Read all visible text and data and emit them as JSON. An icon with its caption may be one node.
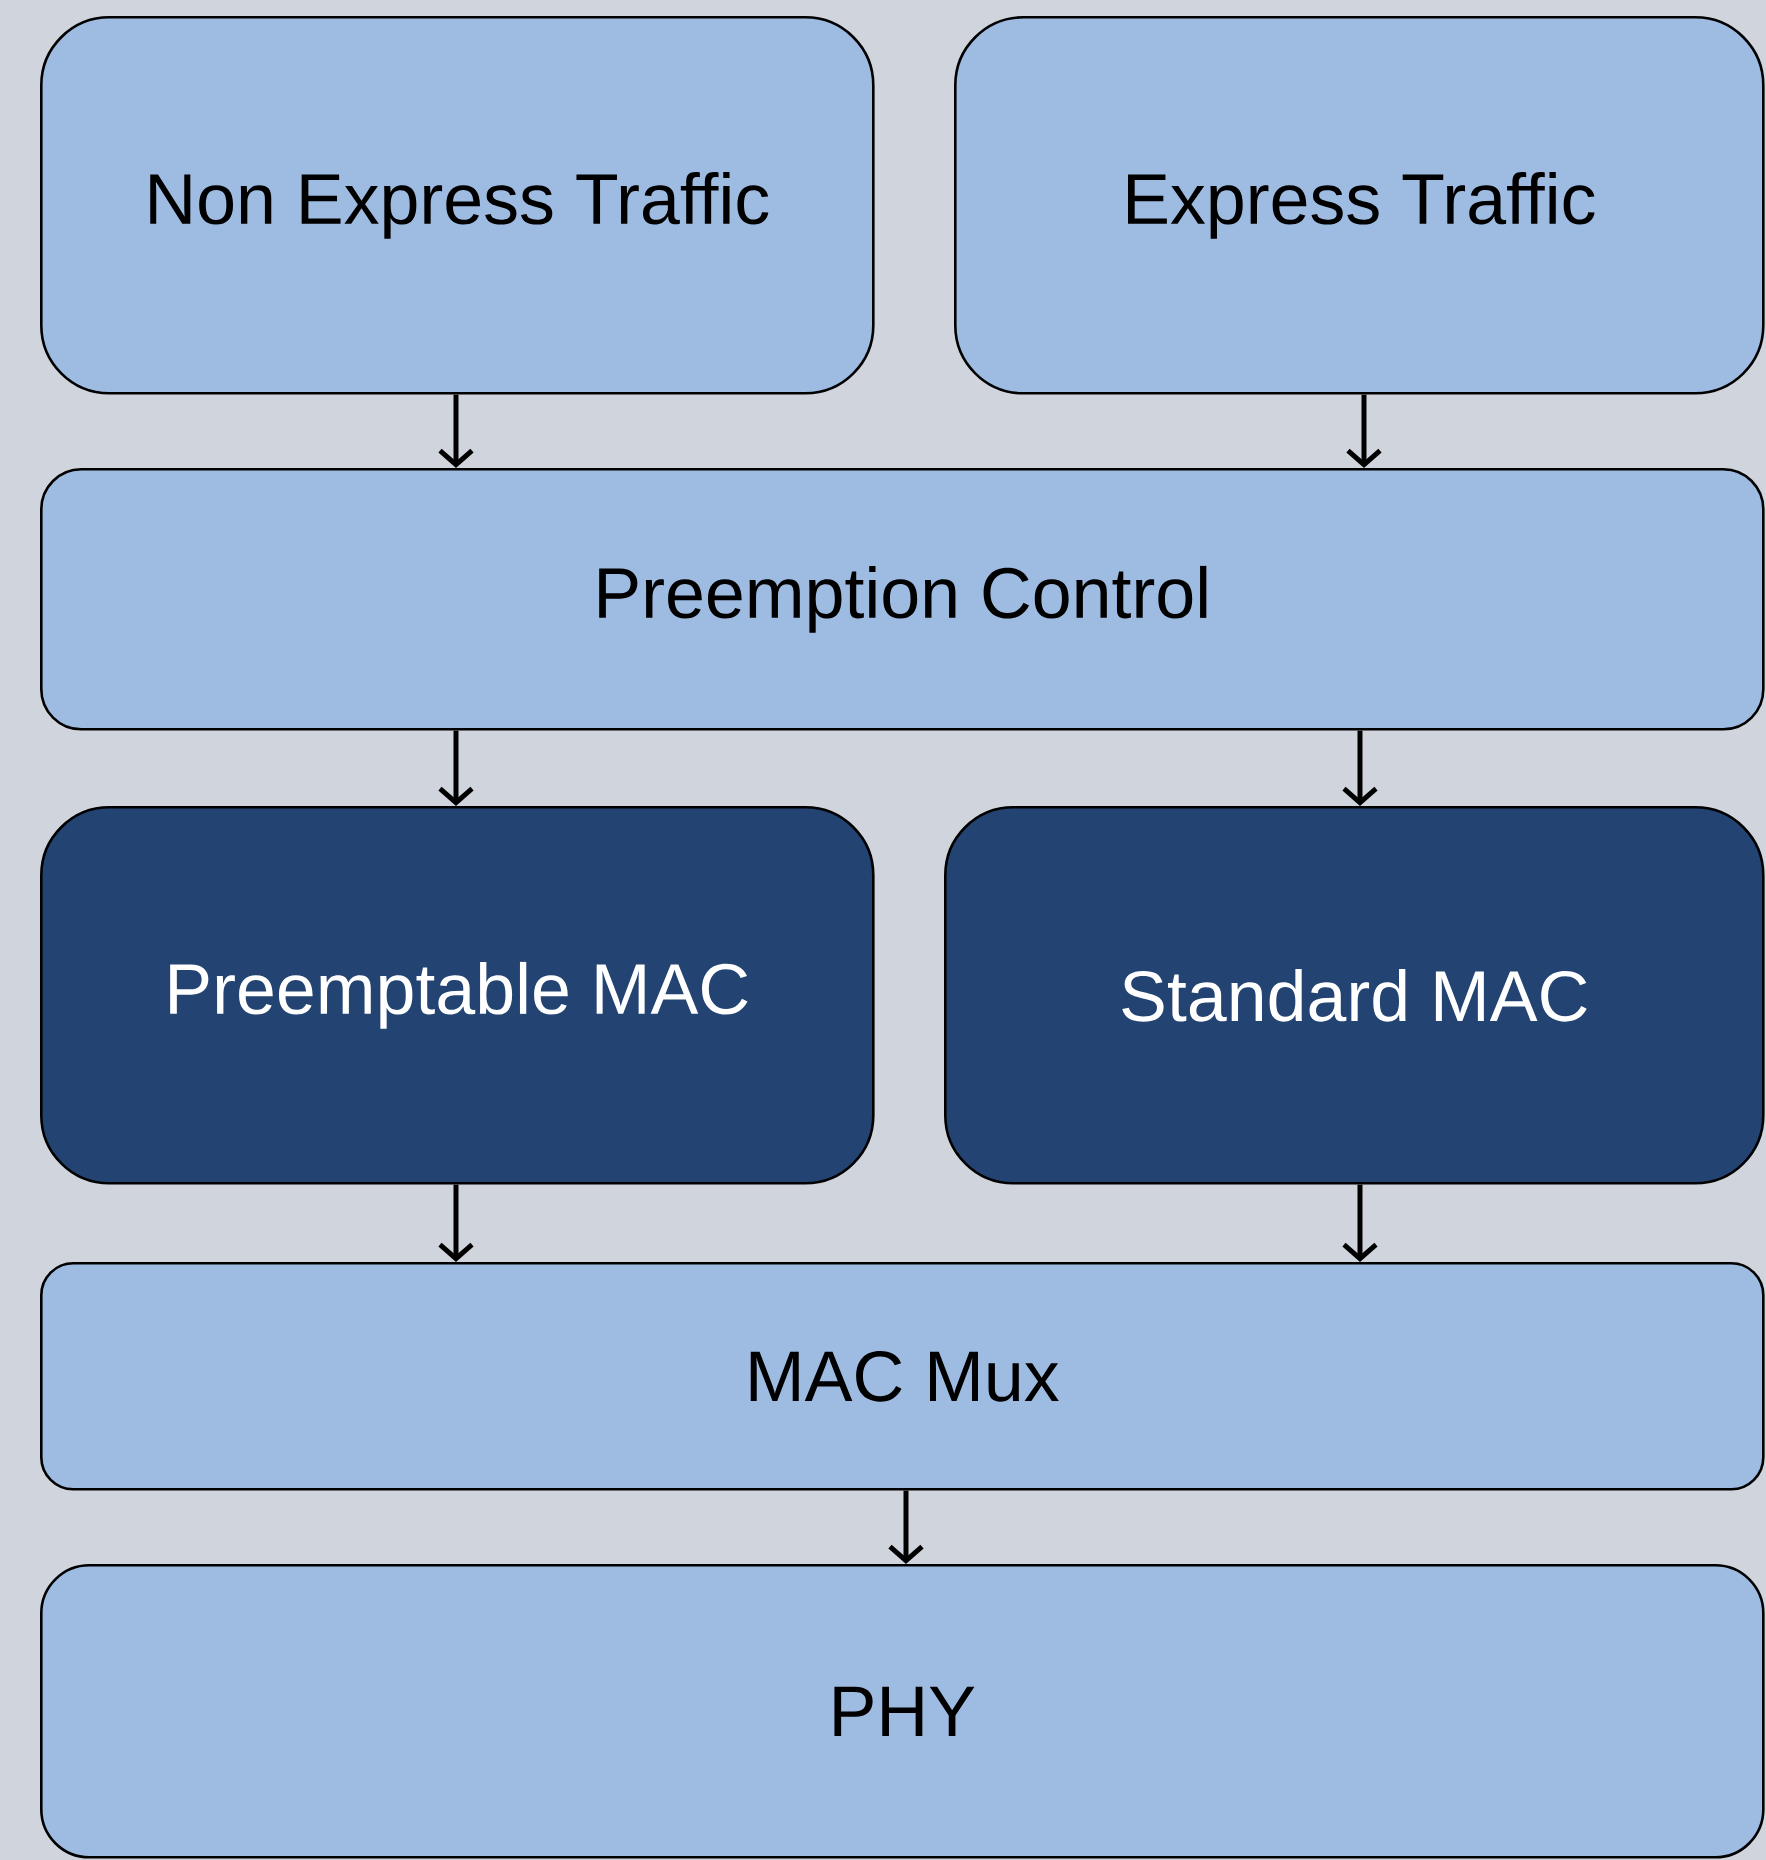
{
  "diagram": {
    "nodes": [
      {
        "text": [
          "Non Express Traffic"
        ]
      },
      {
        "text": [
          "Express Traffic"
        ]
      },
      {
        "text": [
          "Preemption Control"
        ]
      },
      {
        "text": [
          "Preemptable MAC"
        ]
      },
      {
        "text": [
          "Standard MAC"
        ]
      },
      {
        "text": [
          "MAC Mux"
        ]
      },
      {
        "text": [
          "PHY"
        ]
      }
    ],
    "edges": [
      {
        "from": 0,
        "to": 2,
        "arrow": "to"
      },
      {
        "from": 1,
        "to": 2,
        "arrow": "to"
      },
      {
        "from": 2,
        "to": 3,
        "arrow": "to"
      },
      {
        "from": 2,
        "to": 4,
        "arrow": "to"
      },
      {
        "from": 3,
        "to": 5,
        "arrow": "to"
      },
      {
        "from": 4,
        "to": 5,
        "arrow": "to"
      },
      {
        "from": 5,
        "to": 6,
        "arrow": "to"
      }
    ]
  }
}
